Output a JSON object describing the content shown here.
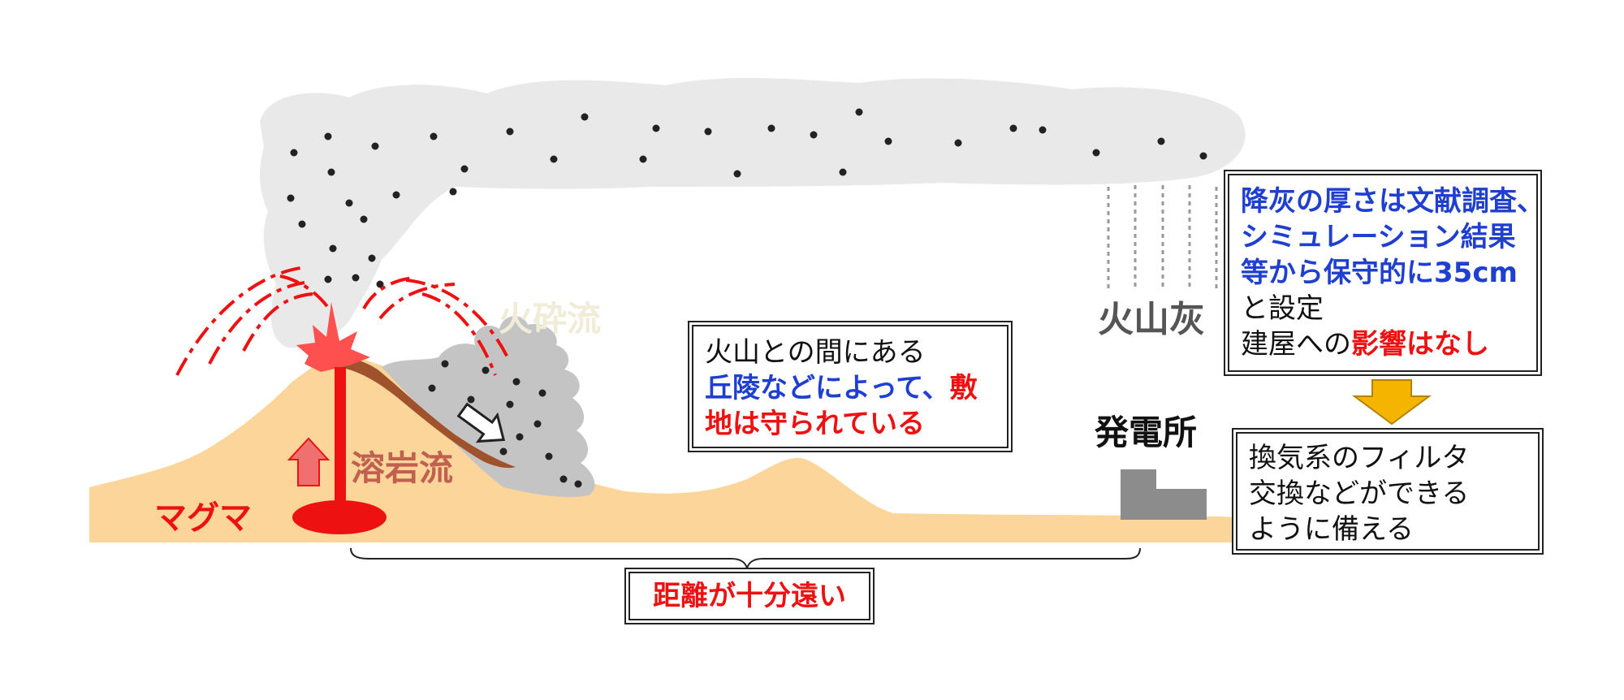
{
  "labels": {
    "pyroclastic_flow": "火砕流",
    "volcanic_ash": "火山灰",
    "lava_flow": "溶岩流",
    "magma": "マグマ",
    "power_plant": "発電所",
    "distance": "距離が十分遠い"
  },
  "hill_box": {
    "line1": "火山との間にある",
    "line2_blue": "丘陵などによって、",
    "line2_red": "敷",
    "line3_red": "地は守られている"
  },
  "ash_box": {
    "line1": "降灰の厚さは文献調査、",
    "line2": "シミュレーション結果",
    "line3": "等から保守的に35cm",
    "line4": "と設定",
    "line5_black": "建屋への",
    "line5_red": "影響はなし"
  },
  "measure_box": {
    "line1": "換気系のフィルタ",
    "line2": "交換などができる",
    "line3": "ように備える"
  },
  "colors": {
    "ground": "#fbd59a",
    "magma": "#ee1111",
    "lava": "#a0522d",
    "pyroclastic": "#bdbdbd",
    "ash_cloud": "#e9e9e9",
    "building": "#8c8c8c",
    "arrow": "#f5b400",
    "blue_text": "#1f3fd0",
    "red_text": "#ee1111"
  }
}
